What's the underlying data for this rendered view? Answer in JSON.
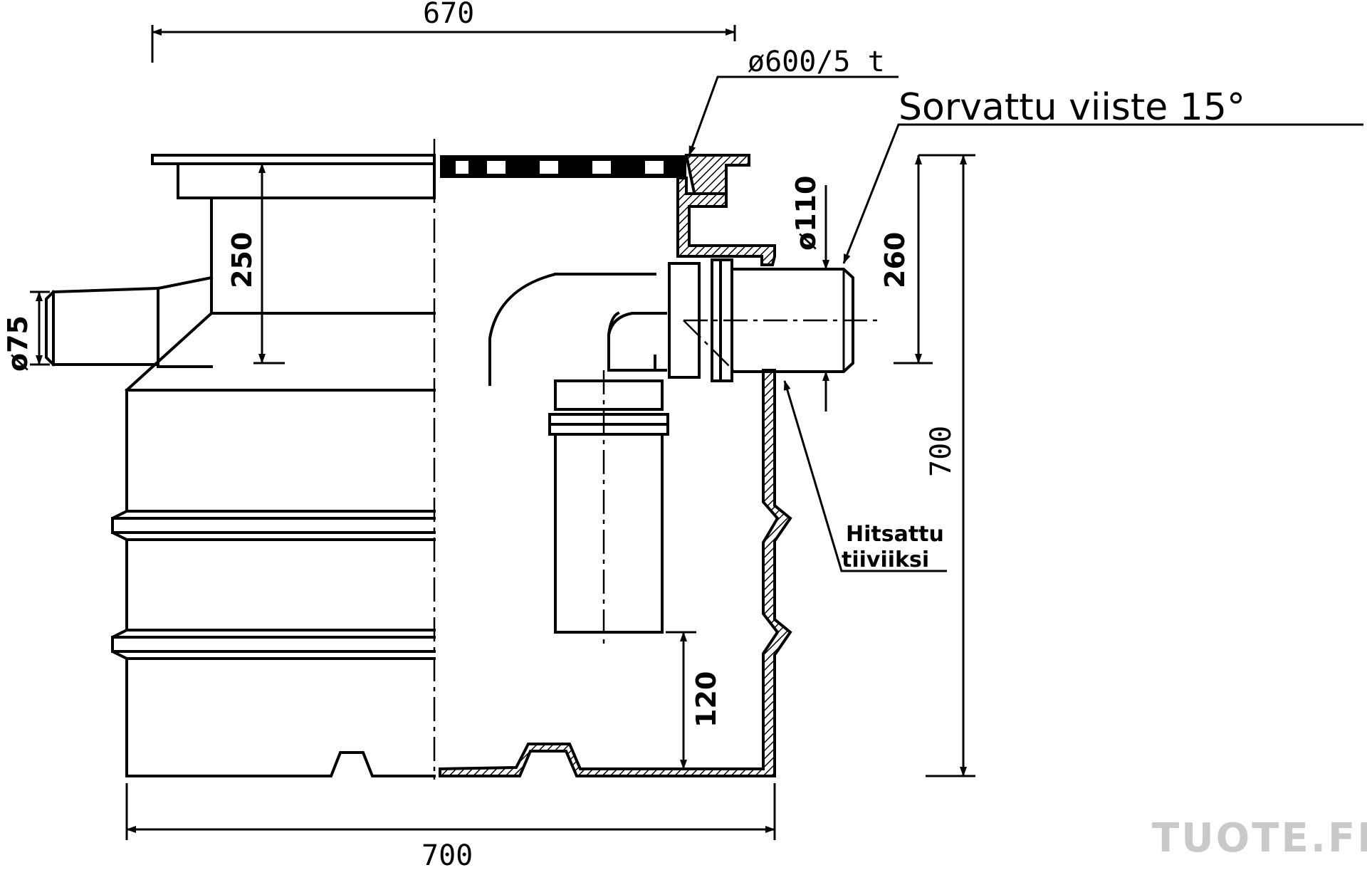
{
  "dimensions": {
    "top_width": "670",
    "bottom_width": "700",
    "height": "700",
    "depth_250": "250",
    "depth_260": "260",
    "depth_120": "120",
    "inlet_diameter": "ø75",
    "outlet_diameter": "ø110"
  },
  "labels": {
    "lid": "ø600/5 t",
    "chamfer": "Sorvattu viiste 15°",
    "weld_line1": "Hitsattu",
    "weld_line2": "tiiviiksi"
  },
  "watermark": "TUOTE.FI"
}
